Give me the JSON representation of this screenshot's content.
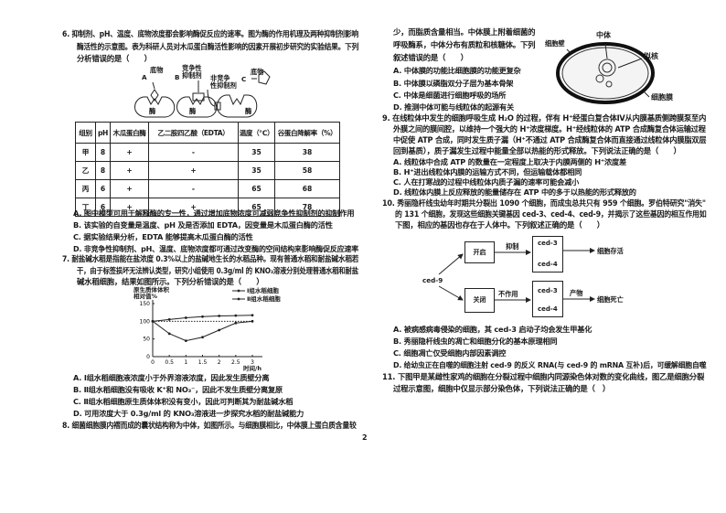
{
  "page_number": "2",
  "q6": {
    "lines": [
      "6. 抑制剂、pH、温度、底物浓度都会影响酶促反应的速率。图为酶的作用机理及两种抑制剂影响",
      "酶活性的示意图。表为科研人员对木瓜蛋白酶活性影响的因素开展初步研究的实验结果。下列",
      "分析错误的是（　　）"
    ],
    "figure": {
      "A": "A",
      "B": "B",
      "C": "C",
      "substrate": "底物",
      "competitive": [
        "竞争性",
        "抑制剂"
      ],
      "noncompetitive": [
        "非竞争",
        "性抑制剂"
      ],
      "substrate2": "底物",
      "enzyme": "酶"
    },
    "table": {
      "headers": [
        "组别",
        "pH",
        "木瓜蛋白酶",
        "乙二胺四乙酸（EDTA）",
        "温度（℃）",
        "谷蛋白降解率（%）"
      ],
      "rows": [
        [
          "甲",
          "8",
          "+",
          "-",
          "35",
          "38"
        ],
        [
          "乙",
          "8",
          "+",
          "+",
          "35",
          "58"
        ],
        [
          "丙",
          "6",
          "+",
          "-",
          "65",
          "68"
        ],
        [
          "丁",
          "6",
          "+",
          "+",
          "65",
          "78"
        ]
      ]
    },
    "options": [
      "A. 图中模型可用于解释酶的专一性，通过增加底物浓度可减弱竞争性抑制剂的抑制作用",
      "B. 该实验的自变量是温度、pH 及是否添加 EDTA，因变量是木瓜蛋白酶的活性",
      "C. 据实验结果分析，EDTA 能够提高木瓜蛋白酶的活性",
      "D. 非竞争性抑制剂、pH、温度、底物浓度都可通过改变酶的空间结构来影响酶促反应速率"
    ]
  },
  "q7": {
    "lines": [
      "7. 耐盐碱水稻是指能在盐浓度 0.3%以上的盐碱地生长的水稻品种。现有普通水稻和耐盐碱水稻若",
      "干，由于标签损坏无法辨认类型，研究小组使用 0.3g/ml 的 KNO₃溶液分别处理普通水稻和耐盐",
      "碱水稻细胞，结果如图所示。下列分析错误的是（　　）"
    ],
    "options": [
      "A. Ⅰ组水稻细胞液浓度小于外界溶液浓度，因此发生质壁分离",
      "B. Ⅱ组水稻细胞没有吸收 K⁺和 NO₃⁻，因此不发生质壁分离复原",
      "C. Ⅱ组水稻细胞原生质体体积没有变小，因此可判断其为耐盐碱水稻",
      "D. 可用浓度大于 0.3g/ml 的 KNO₃溶液进一步探究水稻的耐盐碱能力"
    ]
  },
  "chart_data": {
    "type": "line",
    "ylabel": "原生质体体积相对值%",
    "xlabel": "时间/h",
    "x": [
      0,
      0.5,
      1,
      1.5,
      2,
      2.5,
      3
    ],
    "xticks": [
      "0",
      "0.5",
      "1",
      "1.5",
      "2",
      "2.5",
      "3"
    ],
    "yticks": [
      "0",
      "50",
      "100",
      "150"
    ],
    "ylim": [
      0,
      150
    ],
    "xlim": [
      0,
      3
    ],
    "reference_line": 100,
    "series": [
      {
        "name": "Ⅰ组水稻细胞",
        "values": [
          100,
          65,
          45,
          55,
          75,
          95,
          100
        ]
      },
      {
        "name": "Ⅱ组水稻细胞",
        "values": [
          100,
          105,
          110,
          113,
          115,
          116,
          117
        ]
      }
    ],
    "legend": "top-right"
  },
  "q8": {
    "lines": [
      "8. 细菌细胞膜内褶而成的囊状结构称为中体，如图所示。与细胞膜相比，中体膜上蛋白质含量较",
      "少，而脂质含量相当。中体膜上附着细菌的",
      "呼吸酶系，中体分布有质粒和核糖体。下列",
      "叙述错误的是（　　）"
    ],
    "figure": {
      "wall": "细胞壁",
      "mesosome": "中体",
      "nucleoid": "拟核",
      "membrane": "细胞膜"
    },
    "options": [
      "A. 中体膜的功能比细胞膜的功能更复杂",
      "B. 中体膜以磷脂双分子层为基本骨架",
      "C. 中体是细菌进行细胞呼吸的场所",
      "D. 推测中体可能与线粒体的起源有关"
    ]
  },
  "q9": {
    "lines": [
      "9. 在线粒体中发生的细胞呼吸生成 H₂O 的过程，伴有 H⁺经蛋白复合体Ⅳ从内膜基质侧跨膜泵至内",
      "外膜之间的膜间腔，以维持一个强大的 H⁺浓度梯度。H⁺经线粒体的 ATP 合成酶复合体运输过程",
      "中促使 ATP 合成，同时发生质子漏（H⁺不通过 ATP 合成酶复合体而直接通过线粒体内膜脂双层",
      "回到基质），质子漏发生过程中能量全部以热能的形式释放。下列说法正确的是（　　）"
    ],
    "options": [
      "A. 线粒体中合成 ATP 的数量在一定程度上取决于内膜两侧的 H⁺浓度差",
      "B. H⁺进出线粒体内膜的运输方式不同，但运输载体都相同",
      "C. 人在打寒战的过程中线粒体内质子漏的速率可能会减小",
      "D. 线粒体内膜上反应释放的能量储存在 ATP 中的多于以热能的形式释放的"
    ]
  },
  "q10": {
    "lines": [
      "10. 秀丽隐杆线虫幼年时期共分裂出 1090 个细胞，而成虫总共只有 959 个细胞。罗伯特研究\"消失\"",
      "的 131 个细胞，发现这些细胞关键基因 ced-3、ced-4、ced-9，并揭示了这些基因的相互作用如",
      "下图，相应的基因也存在于人体中。下列叙述正确的是（　　）"
    ],
    "diagram": {
      "ced9": "ced-9",
      "on": "开启",
      "off": "关闭",
      "inhibit": "抑制",
      "no_effect": "不作用",
      "product": "产物",
      "ced3": "ced-3",
      "ced4": "ced-4",
      "survive": "细胞存活",
      "death": "细胞死亡"
    },
    "options": [
      "A. 被病感病毒侵染的细胞，其 ced-3 启动子均会发生甲基化",
      "B. 秀丽隐杆线虫的凋亡和细胞分化的基本原理相同",
      "C. 细胞凋亡仅受细胞内部因素调控",
      "D. 给幼虫正在自噬的细胞注射 ced-9 的反义 RNA(与 ced-9 的 mRNA 互补)后，可缓解细胞自噬"
    ]
  },
  "q11": {
    "lines": [
      "11. 下图甲是某雌性家鸡的细胞在分裂过程中细胞内同源染色体对数的变化曲线，图乙是细胞分裂",
      "过程示意图，细胞中仅显示部分染色体，下列说法正确的是（　）"
    ]
  }
}
